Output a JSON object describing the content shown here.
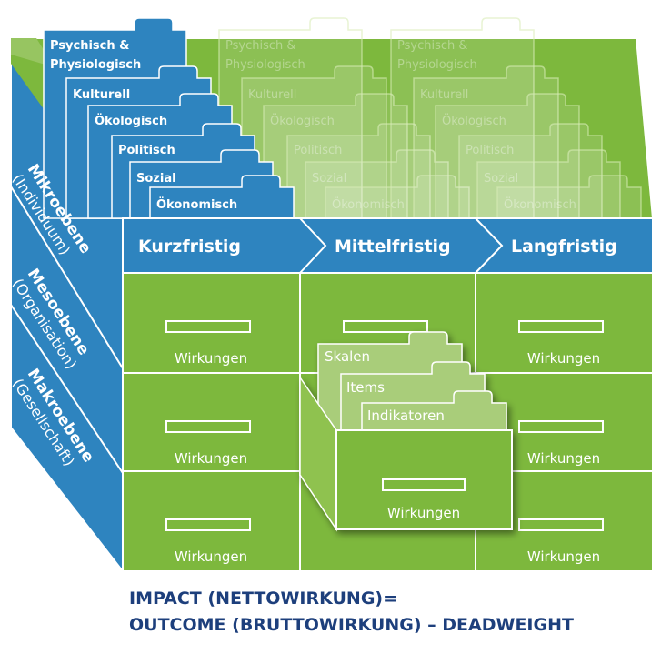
{
  "colors": {
    "blue": "#2e84bf",
    "green": "#7db83d",
    "light_green": "#a9cd7a",
    "navy": "#1d3f7c"
  },
  "dimensions": [
    "Psychisch &",
    "Physiologisch",
    "Kulturell",
    "Ökologisch",
    "Politisch",
    "Sozial",
    "Ökonomisch"
  ],
  "time_horizons": [
    "Kurzfristig",
    "Mittelfristig",
    "Langfristig"
  ],
  "levels": [
    {
      "name": "Mikroebene",
      "sub": "(Individuum)"
    },
    {
      "name": "Mesoebene",
      "sub": "(Organisation)"
    },
    {
      "name": "Makroebene",
      "sub": "(Gesellschaft)"
    }
  ],
  "cell_label": "Wirkungen",
  "drawer_cards": [
    "Skalen",
    "Items",
    "Indikatoren"
  ],
  "footer": {
    "line1": "IMPACT (NETTOWIRKUNG)=",
    "line2": "OUTCOME (BRUTTOWIRKUNG) – DEADWEIGHT"
  }
}
